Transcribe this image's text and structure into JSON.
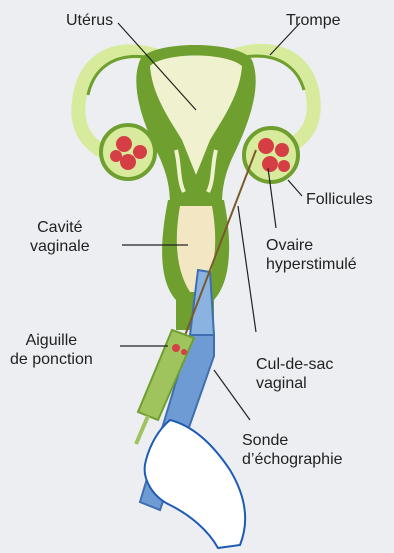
{
  "labels": {
    "uterus": "Utérus",
    "tube": "Trompe",
    "vaginal_cavity": "Cavité\nvaginale",
    "follicles": "Follicules",
    "ovary": "Ovaire\nhyperstimulé",
    "needle": "Aiguille\nde ponction",
    "cul_de_sac": "Cul-de-sac\nvaginal",
    "probe": "Sonde\nd’échographie"
  },
  "colors": {
    "background": "#eceef2",
    "organ_green": "#6e9f2f",
    "tube_light": "#d8eb9c",
    "uterus_cavity": "#f0f2cf",
    "vaginal_cavity": "#f3e7c3",
    "follicle_red": "#d63e46",
    "probe_blue": "#6f9bd4",
    "syringe_green": "#9fc35d",
    "glove_white": "#ffffff",
    "glove_outline": "#1e5bb4"
  }
}
